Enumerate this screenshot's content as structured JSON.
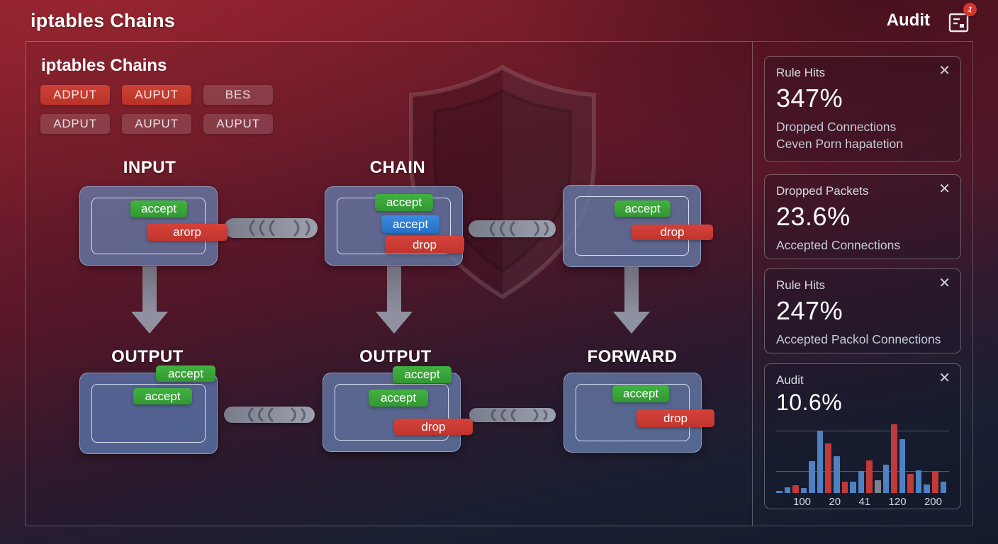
{
  "topbar": {
    "title": "iptables Chains",
    "audit_label": "Audit",
    "notification_count": "1"
  },
  "icons": {
    "close": "✕"
  },
  "panel": {
    "heading": "iptables Chains",
    "buttons": [
      {
        "label": "ADPUT",
        "variant": "bright"
      },
      {
        "label": "AUPUT",
        "variant": "bright"
      },
      {
        "label": "BES",
        "variant": "muted"
      },
      {
        "label": "ADPUT",
        "variant": "muted"
      },
      {
        "label": "AUPUT",
        "variant": "muted"
      },
      {
        "label": "AUPUT",
        "variant": "muted"
      }
    ]
  },
  "diagram": {
    "top_row": [
      {
        "label": "INPUT",
        "badges": [
          {
            "text": "accept",
            "type": "green"
          },
          {
            "text": "arorp",
            "type": "red"
          }
        ]
      },
      {
        "label": "CHAIN",
        "badges": [
          {
            "text": "accept",
            "type": "green"
          },
          {
            "text": "accept",
            "type": "blue"
          },
          {
            "text": "drop",
            "type": "red"
          }
        ]
      },
      {
        "label": "",
        "badges": [
          {
            "text": "accept",
            "type": "green"
          },
          {
            "text": "drop",
            "type": "red"
          }
        ]
      }
    ],
    "bottom_row": [
      {
        "label": "OUTPUT",
        "badges": [
          {
            "text": "accept",
            "type": "green"
          },
          {
            "text": "accept",
            "type": "green"
          }
        ]
      },
      {
        "label": "OUTPUT",
        "badges": [
          {
            "text": "accept",
            "type": "green"
          },
          {
            "text": "accept",
            "type": "green"
          },
          {
            "text": "drop",
            "type": "red"
          }
        ]
      },
      {
        "label": "FORWARD",
        "badges": [
          {
            "text": "accept",
            "type": "green"
          },
          {
            "text": "drop",
            "type": "red"
          }
        ]
      }
    ]
  },
  "sidebar": {
    "cards": [
      {
        "title": "Rule Hits",
        "value": "347%",
        "subtitle1": "Dropped Connections",
        "subtitle2": "Ceven Porn hapatetion"
      },
      {
        "title": "Dropped Packets",
        "value": "23.6%",
        "subtitle1": "Accepted Connections",
        "subtitle2": ""
      },
      {
        "title": "Rule Hits",
        "value": "247%",
        "subtitle1": "Accepted Packol Connections",
        "subtitle2": ""
      },
      {
        "title": "Audit",
        "value": "10.6%"
      }
    ]
  },
  "chart_data": {
    "type": "bar",
    "title": "Audit",
    "value_label": "10.6%",
    "x_tick_labels": [
      "100",
      "20",
      "41",
      "120",
      "200"
    ],
    "ylim": [
      0,
      100
    ],
    "grid": true,
    "colors": {
      "blue": "#4f81c2",
      "red": "#c23a38",
      "gray": "#7d8290"
    },
    "bars": [
      {
        "color": "blue",
        "value": 3
      },
      {
        "color": "blue",
        "value": 8
      },
      {
        "color": "red",
        "value": 11
      },
      {
        "color": "blue",
        "value": 7
      },
      {
        "color": "blue",
        "value": 45
      },
      {
        "color": "blue",
        "value": 88
      },
      {
        "color": "red",
        "value": 70
      },
      {
        "color": "blue",
        "value": 52
      },
      {
        "color": "red",
        "value": 16
      },
      {
        "color": "blue",
        "value": 16
      },
      {
        "color": "blue",
        "value": 31
      },
      {
        "color": "red",
        "value": 46
      },
      {
        "color": "gray",
        "value": 18
      },
      {
        "color": "blue",
        "value": 40
      },
      {
        "color": "red",
        "value": 97
      },
      {
        "color": "blue",
        "value": 76
      },
      {
        "color": "red",
        "value": 27
      },
      {
        "color": "blue",
        "value": 32
      },
      {
        "color": "blue",
        "value": 12
      },
      {
        "color": "red",
        "value": 31
      },
      {
        "color": "blue",
        "value": 16
      }
    ]
  }
}
